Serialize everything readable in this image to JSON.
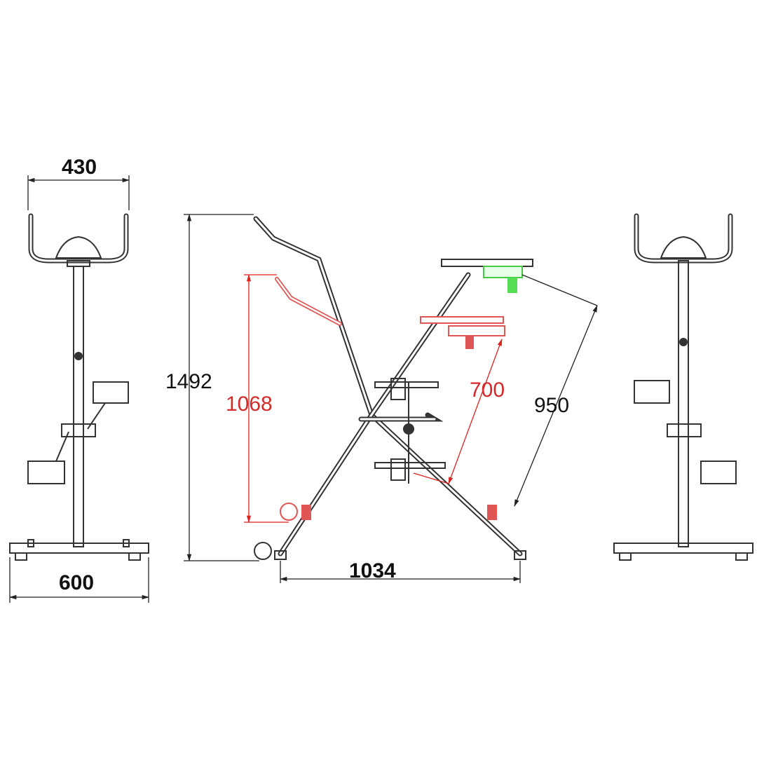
{
  "dimensions": {
    "front_width": "430",
    "base_width": "600",
    "total_height": "1492",
    "handlebar_height": "1068",
    "seat_adjust_low": "700",
    "seat_adjust_high": "950",
    "length": "1034"
  },
  "colors": {
    "line": "#333333",
    "adjust_low": "#e05555",
    "adjust_high": "#44cc44"
  }
}
